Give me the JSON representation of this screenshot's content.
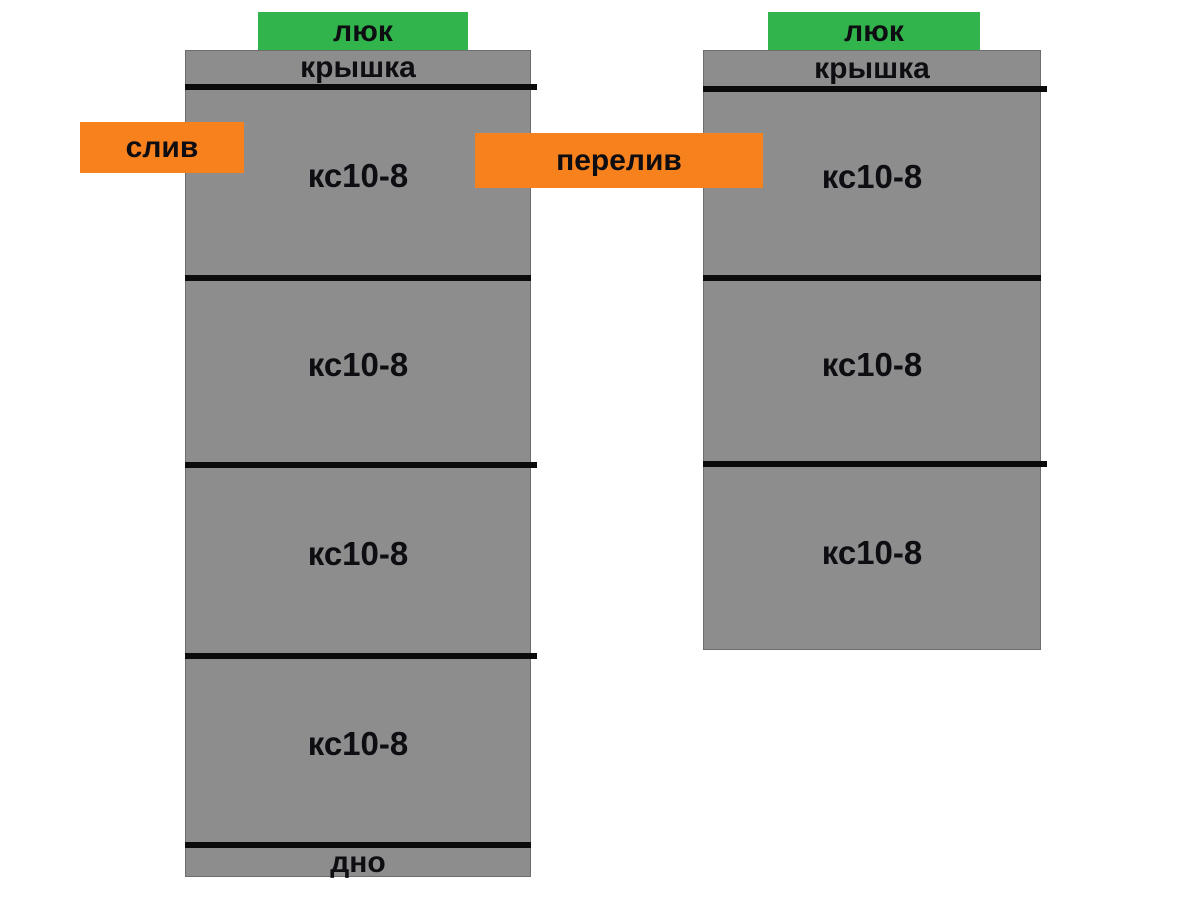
{
  "left_well": {
    "hatch_label": "люк",
    "cover_label": "крышка",
    "rings": [
      "кс10-8",
      "кс10-8",
      "кс10-8",
      "кс10-8"
    ],
    "bottom_label": "дно"
  },
  "right_well": {
    "hatch_label": "люк",
    "cover_label": "крышка",
    "rings": [
      "кс10-8",
      "кс10-8",
      "кс10-8"
    ]
  },
  "connectors": {
    "drain_label": "слив",
    "overflow_label": "перелив"
  },
  "colors": {
    "ring_gray": "#8d8d8d",
    "hatch_green": "#31b44b",
    "pipe_orange": "#f6811d",
    "line_black": "#0b0b0b",
    "background": "#ffffff"
  }
}
